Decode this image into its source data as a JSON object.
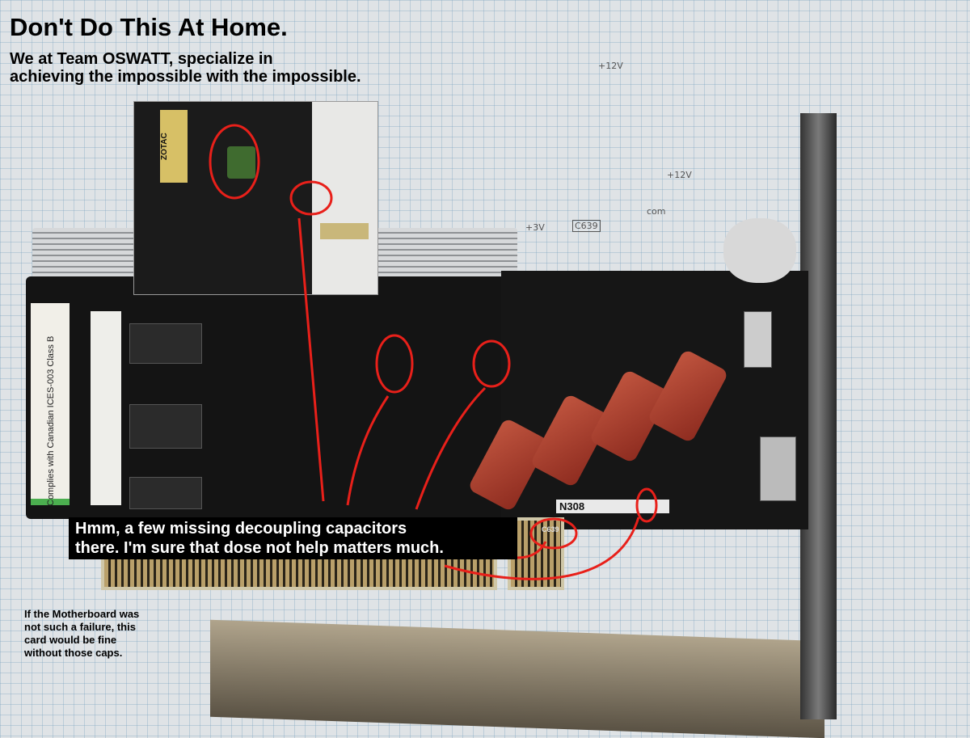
{
  "heading": {
    "title": "Don't Do This At Home.",
    "subtitle_line1": "We at Team OSWATT, specialize in",
    "subtitle_line2": "achieving the impossible with the impossible."
  },
  "caption": {
    "line1": "Hmm, a few missing decoupling capacitors",
    "line2": "there. I'm sure that dose not help matters much."
  },
  "note": {
    "line1": "If the Motherboard was",
    "line2": "not such a failure, this",
    "line3": "card would be fine",
    "line4": "without those caps."
  },
  "pcb": {
    "sticker": "Complies with Canadian ICES-003 Class B",
    "n308": "N308",
    "c639": "C639",
    "zotac": "ZOTAC"
  },
  "sketch": {
    "v12a": "+12V",
    "v12b": "+12V",
    "v3": "+3V",
    "com": "com",
    "c639": "C639"
  },
  "colors": {
    "annotation": "#e8201a",
    "pcb": "#141414"
  }
}
